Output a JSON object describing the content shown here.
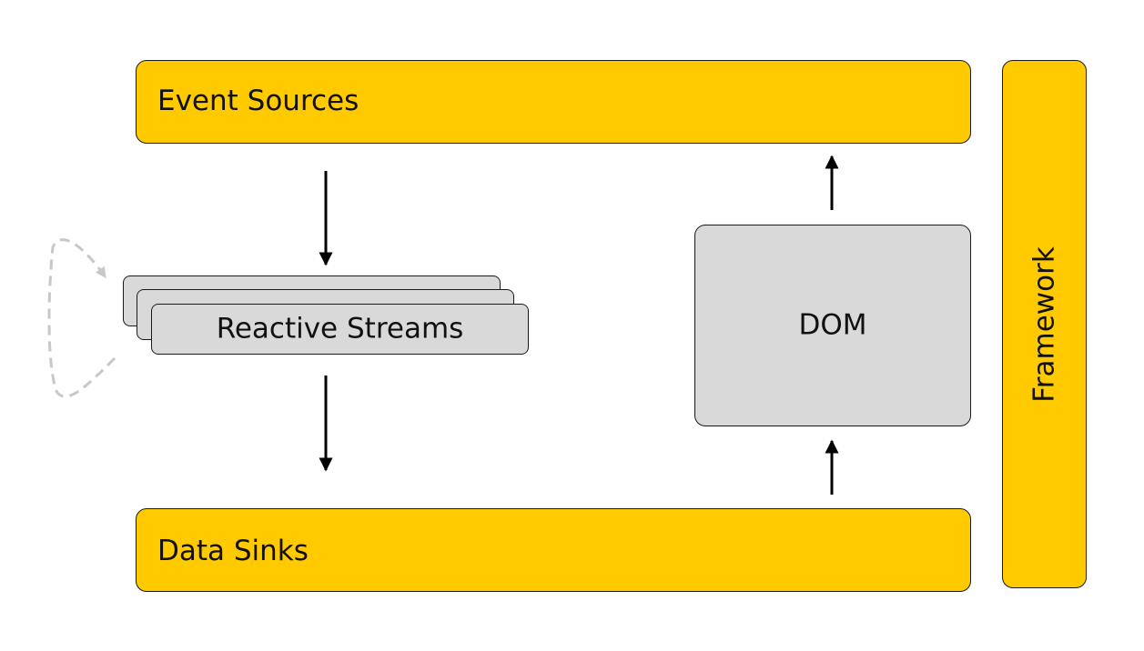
{
  "diagram": {
    "event_sources": "Event Sources",
    "data_sinks": "Data Sinks",
    "framework": "Framework",
    "dom": "DOM",
    "reactive_streams": "Reactive Streams"
  },
  "colors": {
    "bar_fill": "#ffcb00",
    "box_fill": "#d9d9d9",
    "outline": "#1a1a1a",
    "feedback_arrow": "#c8c8c8"
  },
  "edges": [
    {
      "from": "Event Sources",
      "to": "Reactive Streams",
      "style": "solid"
    },
    {
      "from": "Reactive Streams",
      "to": "Data Sinks",
      "style": "solid"
    },
    {
      "from": "Data Sinks",
      "to": "DOM",
      "style": "solid"
    },
    {
      "from": "DOM",
      "to": "Event Sources",
      "style": "solid"
    },
    {
      "from": "Reactive Streams",
      "to": "Reactive Streams",
      "style": "dashed"
    }
  ]
}
